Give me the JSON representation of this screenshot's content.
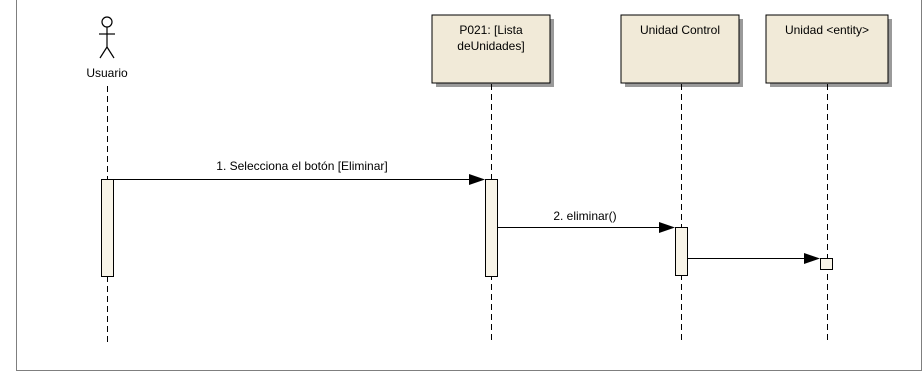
{
  "diagram": {
    "type": "sequence",
    "colors": {
      "background": "#ffffff",
      "lifeline_box_fill": "#f1ead8",
      "lifeline_box_shadow": "#9a9a9a",
      "activation_fill": "#f8f4e8",
      "line": "#000000",
      "frame": "#7f7f7f"
    },
    "actor": {
      "label": "Usuario",
      "icon": "stick-figure-icon"
    },
    "lifelines": [
      {
        "id": "ui",
        "label_line1": "P021: [Lista",
        "label_line2": "deUnidades]"
      },
      {
        "id": "control",
        "label": "Unidad Control"
      },
      {
        "id": "entity",
        "label": "Unidad <entity>"
      }
    ],
    "messages": [
      {
        "from": "Usuario",
        "to": "P021: [Lista deUnidades]",
        "label": "1. Selecciona el botón [Eliminar]"
      },
      {
        "from": "P021: [Lista deUnidades]",
        "to": "Unidad Control",
        "label": "2. eliminar()"
      },
      {
        "from": "Unidad Control",
        "to": "Unidad <entity>",
        "label": ""
      }
    ]
  }
}
